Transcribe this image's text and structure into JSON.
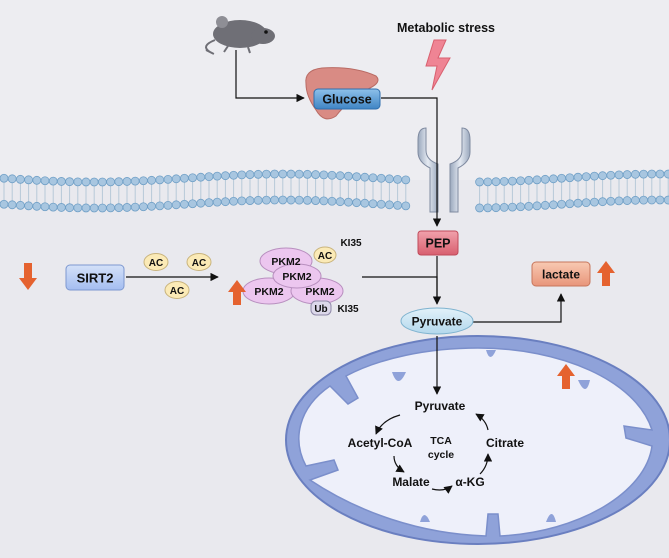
{
  "labels": {
    "metabolic_stress": "Metabolic stress",
    "glucose": "Glucose",
    "pep": "PEP",
    "sirt2": "SIRT2",
    "ac": "AC",
    "pkm2": "PKM2",
    "ki35": "KI35",
    "ub": "Ub",
    "lactate": "lactate",
    "pyruvate": "Pyruvate",
    "tca": {
      "pyruvate": "Pyruvate",
      "acetyl_coa": "Acetyl-CoA",
      "citrate": "Citrate",
      "malate": "Malate",
      "akg": "α-KG",
      "tca_line1": "TCA",
      "tca_line2": "cycle"
    }
  },
  "colors": {
    "background": "#ededf1",
    "membrane_bead": "#a8c6e0",
    "membrane_bead_stroke": "#6f9fc6",
    "glucose_box": "#5f9fd6",
    "pep_box": "#e07a86",
    "sirt2_box": "#b9cdf3",
    "lactate_box": "#f2b093",
    "pkm2_fill": "#ecc6ef",
    "ac_fill": "#fbeab6",
    "ub_fill": "#dcd8ea",
    "pyruvate_box": "#cde6f3",
    "mito_outer": "#8a9ed6",
    "mito_inner": "#eef0fa",
    "up_arrow": "#e5622f",
    "down_arrow": "#e5622f",
    "lightning": "#ef7d8f",
    "liver": "#d88580",
    "mouse": "#707077"
  },
  "icons": [
    "mouse-icon",
    "liver-icon",
    "lightning-icon",
    "receptor-icon",
    "up-arrow-icon",
    "down-arrow-icon"
  ]
}
